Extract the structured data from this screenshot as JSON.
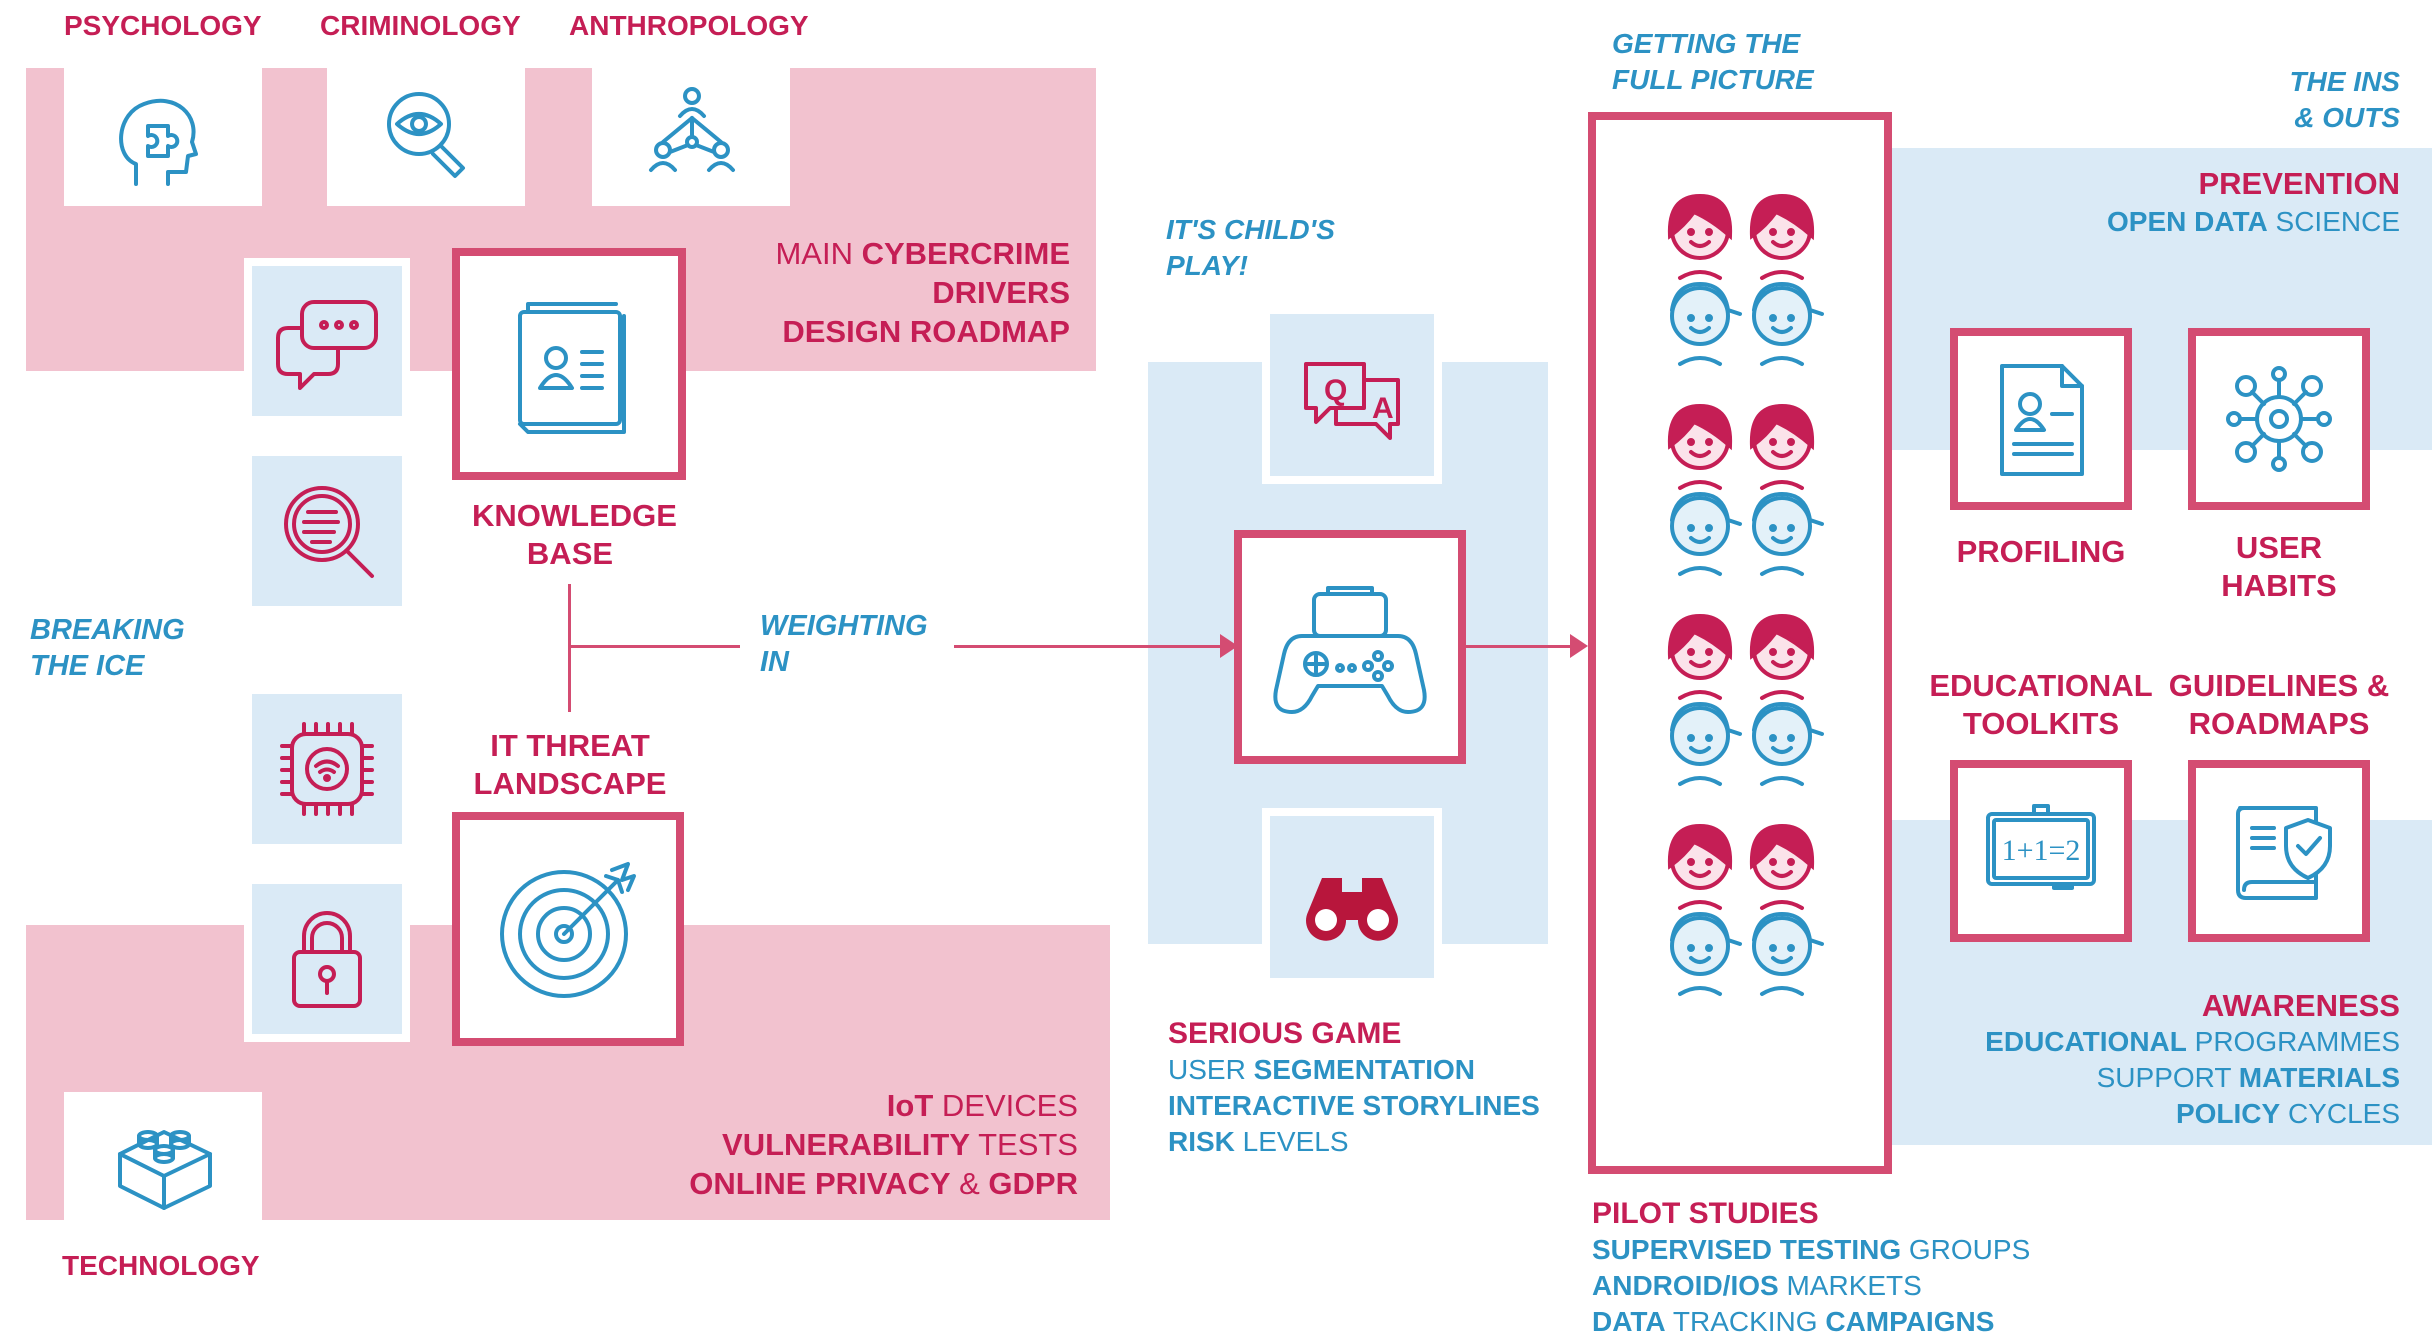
{
  "categories": {
    "psychology": "PSYCHOLOGY",
    "criminology": "CRIMINOLOGY",
    "anthropology": "ANTHROPOLOGY",
    "technology": "TECHNOLOGY"
  },
  "breaking_ice": [
    "BREAKING",
    "THE ICE"
  ],
  "main_drivers": {
    "line1_light": "MAIN ",
    "line1_bold": "CYBERCRIME",
    "line2": "DRIVERS",
    "line3": "DESIGN ROADMAP"
  },
  "knowledge_base": [
    "KNOWLEDGE",
    "BASE"
  ],
  "it_threat": [
    "IT THREAT",
    "LANDSCAPE"
  ],
  "iot": {
    "l1_bold": "IoT",
    "l1_light": " DEVICES",
    "l2_bold": "VULNERABILITY",
    "l2_light": " TESTS",
    "l3_bold": "ONLINE PRIVACY",
    "l3_light": " & ",
    "l3_bold2": "GDPR"
  },
  "weighting_in": [
    "WEIGHTING",
    "IN"
  ],
  "childs_play": [
    "IT'S CHILD'S",
    "PLAY!"
  ],
  "serious_game": {
    "title": "SERIOUS GAME",
    "l1_light": "USER ",
    "l1_bold": "SEGMENTATION",
    "l2_bold": "INTERACTIVE",
    "l2_bold2": "STORYLINES",
    "l3_bold": "RISK",
    "l3_light": " LEVELS"
  },
  "full_picture": [
    "GETTING THE",
    "FULL PICTURE"
  ],
  "pilot_studies": {
    "title": "PILOT STUDIES",
    "l1_bold": "SUPERVISED TESTING",
    "l1_light": " GROUPS",
    "l2_bold": "ANDROID/IOS",
    "l2_light": " MARKETS",
    "l3_bold": "DATA",
    "l3_light": " TRACKING ",
    "l3_bold2": "CAMPAIGNS"
  },
  "ins_outs": [
    "THE INS",
    "& OUTS"
  ],
  "prevention": {
    "title": "PREVENTION",
    "sub_bold": "OPEN DATA",
    "sub_light": " SCIENCE"
  },
  "profiling": "PROFILING",
  "user_habits": [
    "USER",
    "HABITS"
  ],
  "educational_toolkits": [
    "EDUCATIONAL",
    "TOOLKITS"
  ],
  "guidelines": [
    "GUIDELINES &",
    "ROADMAPS"
  ],
  "board_text": "1+1=2",
  "awareness": {
    "title": "AWARENESS",
    "l1_bold": "EDUCATIONAL",
    "l1_light": " PROGRAMMES",
    "l2_light": "SUPPORT ",
    "l2_bold": "MATERIALS",
    "l3_bold": "POLICY",
    "l3_light": " CYCLES"
  },
  "qa_letters": [
    "Q",
    "A"
  ],
  "colors": {
    "pink": "#c51e55",
    "pink_frame": "#d44c72",
    "pink_band": "#f2c2cf",
    "blue": "#2c92c4",
    "blue_band": "#daeaf6"
  },
  "icons": [
    "head-puzzle-icon",
    "magnifier-eye-icon",
    "network-people-icon",
    "chat-bubble-icon",
    "search-text-icon",
    "chip-wifi-icon",
    "padlock-icon",
    "lego-brick-icon",
    "book-contact-icon",
    "target-arrow-icon",
    "qa-bubbles-icon",
    "gamepad-phone-icon",
    "binoculars-icon",
    "kids-faces-icon",
    "profile-document-icon",
    "network-users-icon",
    "chalkboard-icon",
    "book-shield-icon"
  ]
}
